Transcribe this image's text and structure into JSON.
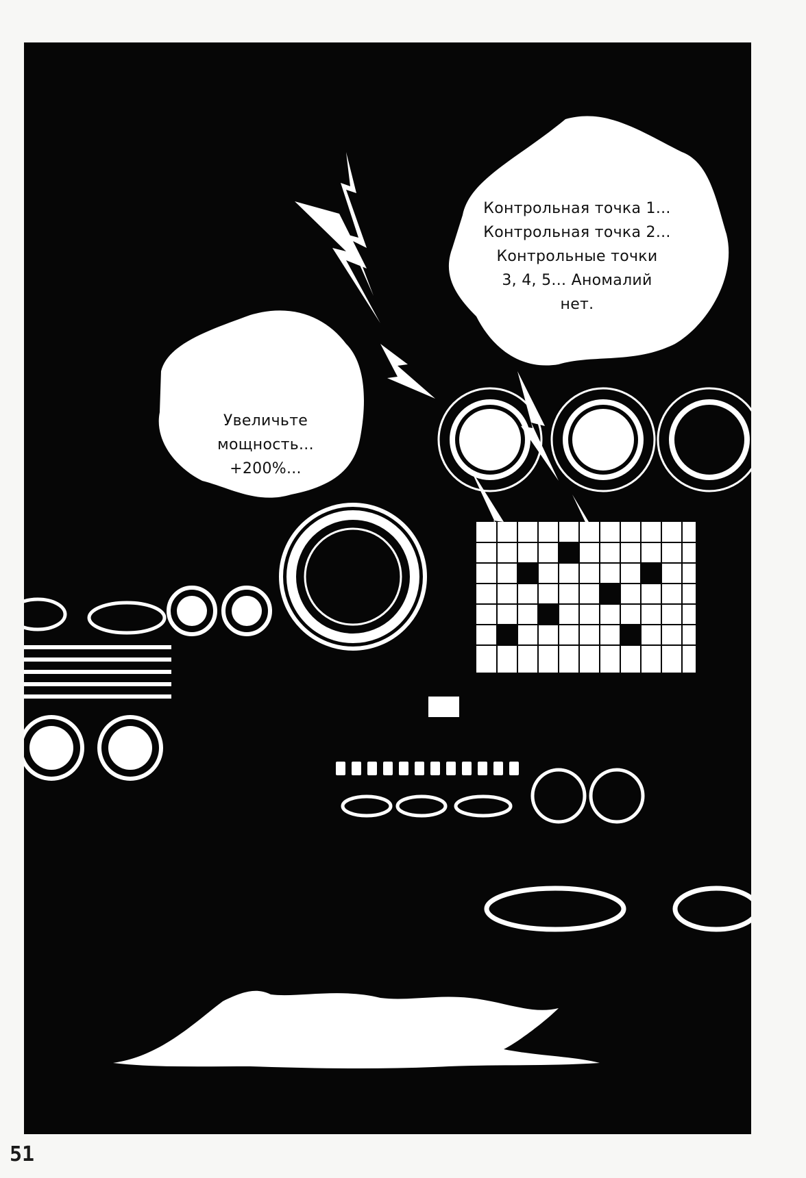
{
  "bubble_top_right": {
    "lines": [
      "Контрольная точка 1...",
      "Контрольная точка 2...",
      "Контрольные точки",
      "3, 4, 5... Аномалий",
      "нет."
    ]
  },
  "bubble_left": {
    "lines": [
      "Увеличьте",
      "мощность...",
      "+200%..."
    ]
  },
  "page_number": "51",
  "colors": {
    "ink": "#060606",
    "paper": "#f7f7f5",
    "highlight": "#ffffff"
  }
}
